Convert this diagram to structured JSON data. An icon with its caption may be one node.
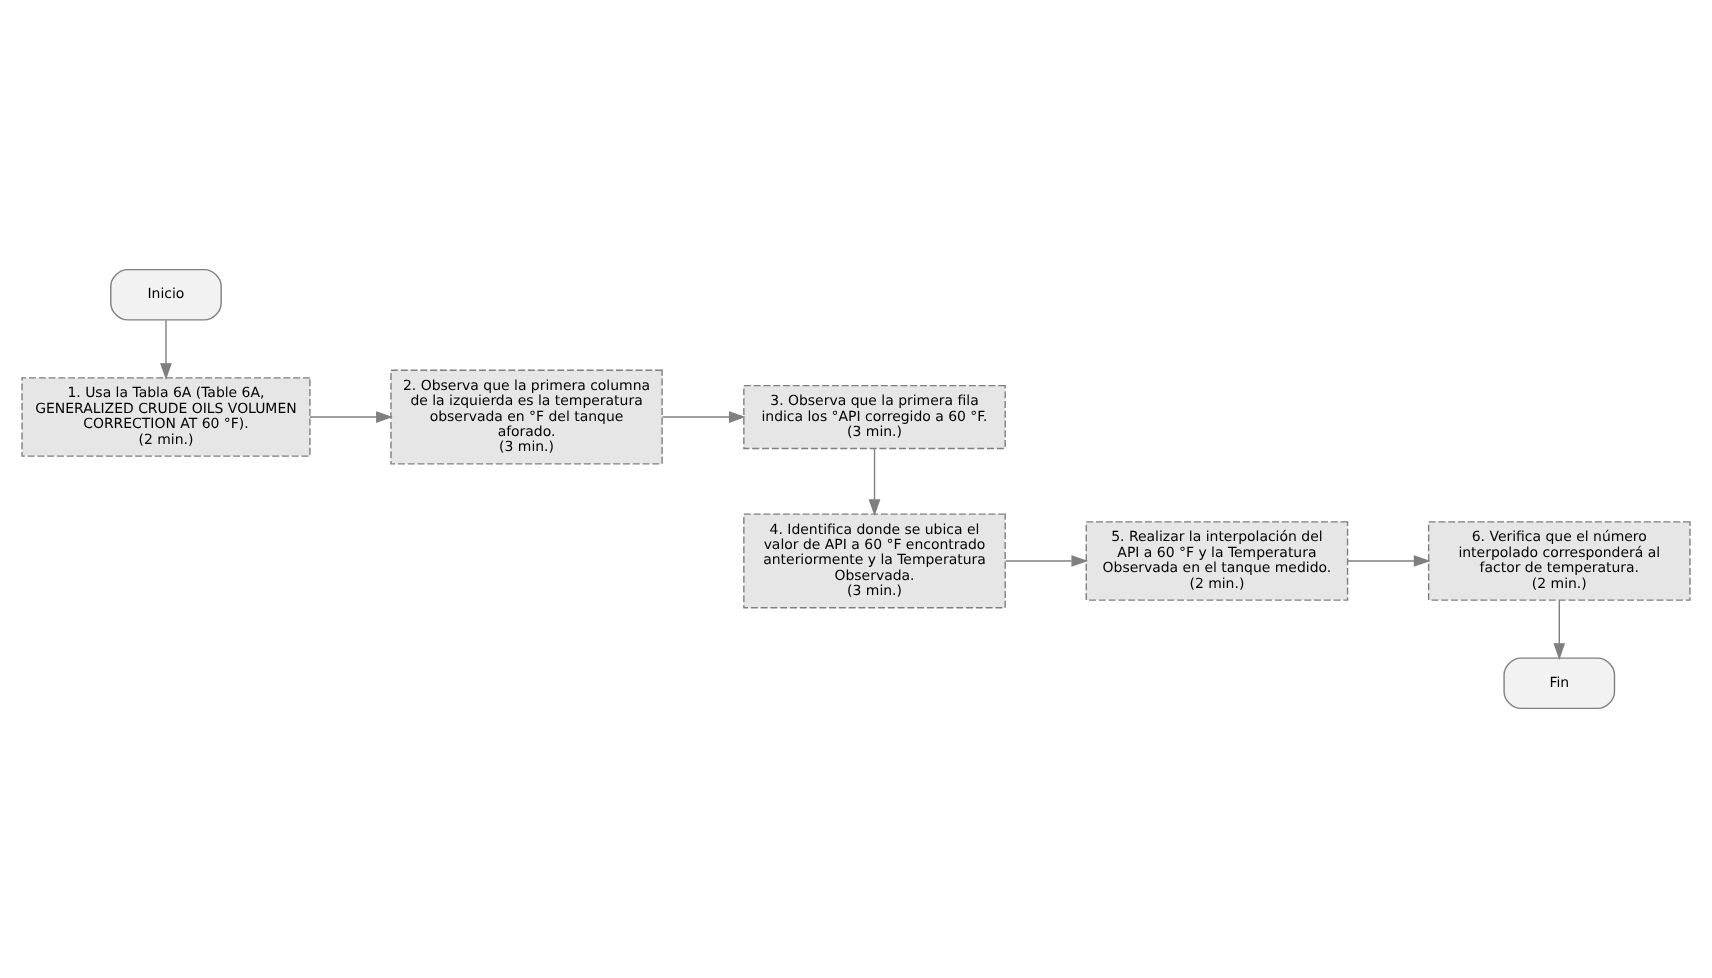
{
  "diagram": {
    "nodes": [
      {
        "text": [
          "Inicio"
        ]
      },
      {
        "text": [
          "1. Usa la Tabla 6A (Table 6A, GENERALIZED CRUDE OILS VOLUMEN CORRECTION AT 60 °F).",
          "(2 min.)"
        ]
      },
      {
        "text": [
          "2. Observa que la primera columna de la izquierda es la temperatura observada en °F del tanque aforado.",
          "(3 min.)"
        ]
      },
      {
        "text": [
          "3. Observa que la primera fila indica los °API corregido a 60 °F.",
          "(3 min.)"
        ]
      },
      {
        "text": [
          "4. Identifica donde se ubica el valor de API a 60 °F encontrado anteriormente y la Temperatura Observada.",
          "(3 min.)"
        ]
      },
      {
        "text": [
          "5. Realizar la interpolación del API a 60 °F y la Temperatura Observada en el tanque medido.",
          "(2 min.)"
        ]
      },
      {
        "text": [
          "6. Verifica que el número interpolado corresponderá al factor de temperatura.",
          "(2 min.)"
        ]
      },
      {
        "text": [
          "Fin"
        ]
      }
    ],
    "edges": [
      {
        "from": 0,
        "to": 1,
        "arrow": "to"
      },
      {
        "from": 1,
        "to": 2,
        "arrow": "to"
      },
      {
        "from": 2,
        "to": 3,
        "arrow": "to"
      },
      {
        "from": 3,
        "to": 4,
        "arrow": "to"
      },
      {
        "from": 4,
        "to": 5,
        "arrow": "to"
      },
      {
        "from": 5,
        "to": 6,
        "arrow": "to"
      },
      {
        "from": 6,
        "to": 7,
        "arrow": "to"
      }
    ]
  }
}
